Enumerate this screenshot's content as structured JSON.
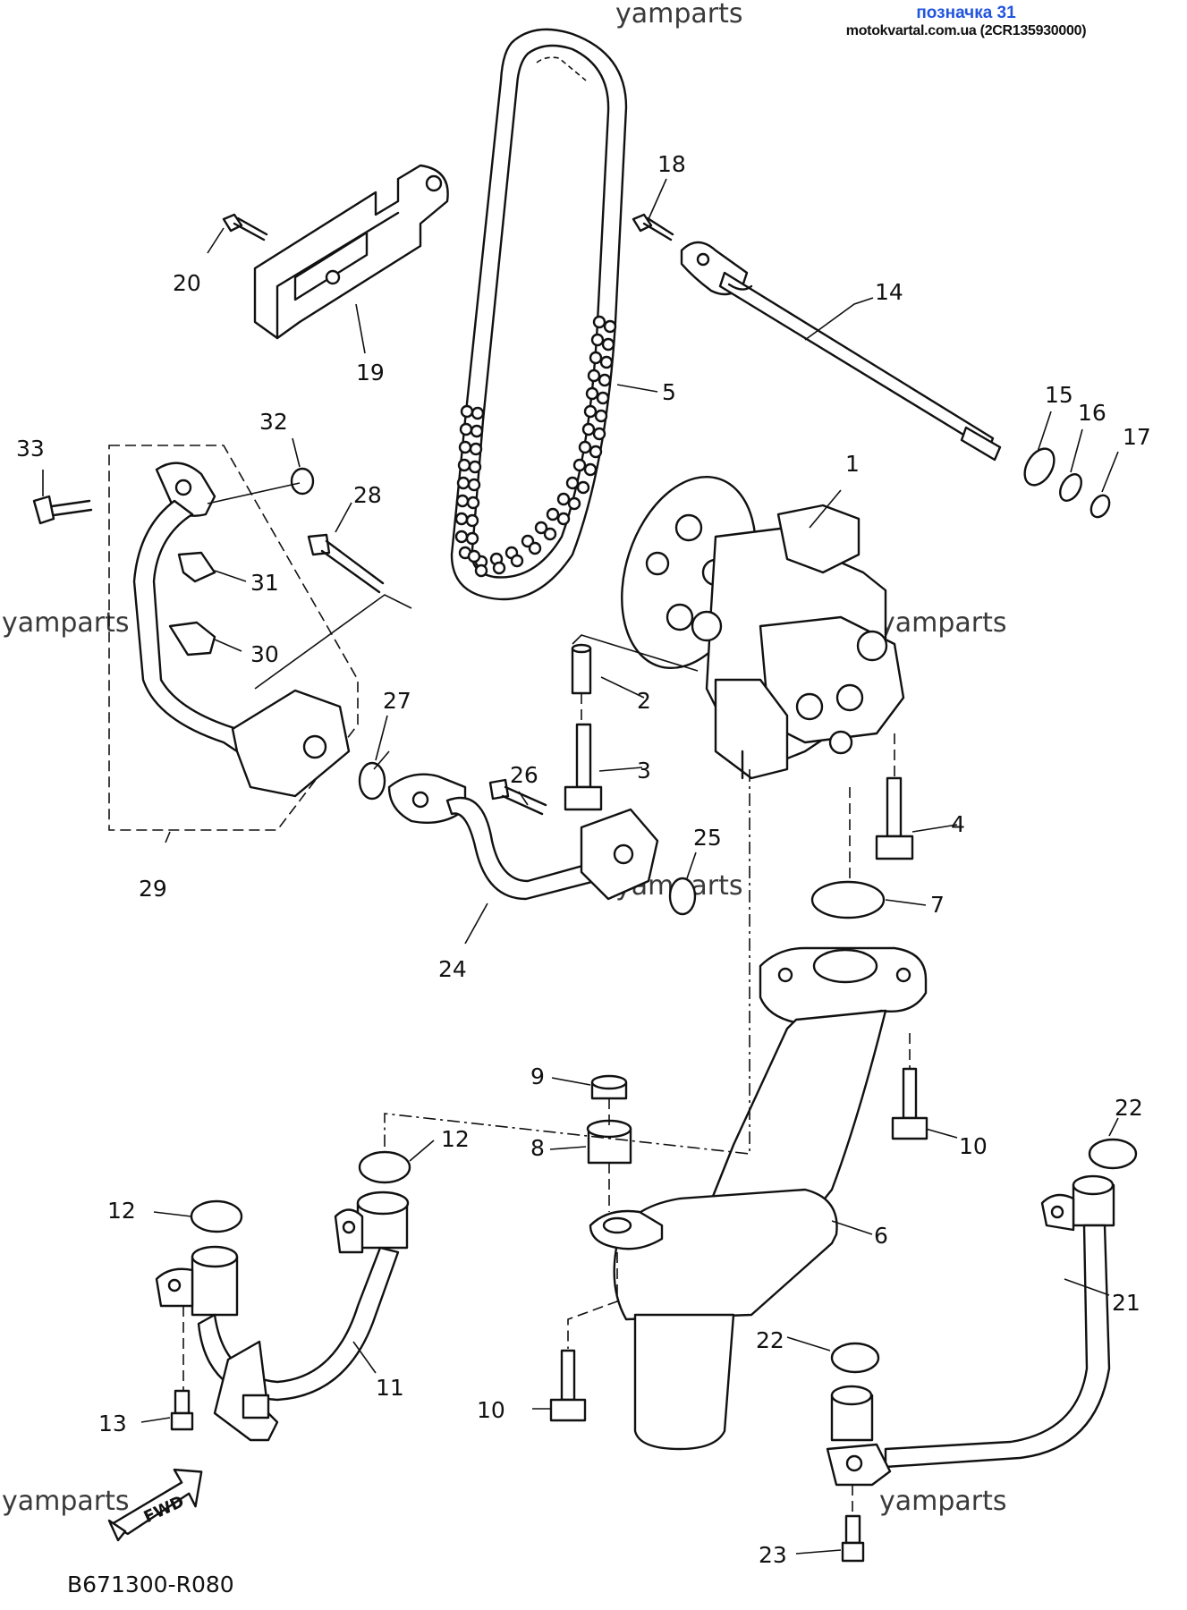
{
  "header": {
    "title": "позначка 31",
    "source": "motokvartal.com.ua (2CR135930000)"
  },
  "watermark": "yamparts",
  "diagram_code": "B671300-R080",
  "fwd_label": "FWD",
  "parts": [
    {
      "id": "1",
      "label": "1"
    },
    {
      "id": "2",
      "label": "2"
    },
    {
      "id": "3",
      "label": "3"
    },
    {
      "id": "4",
      "label": "4"
    },
    {
      "id": "5",
      "label": "5"
    },
    {
      "id": "6",
      "label": "6"
    },
    {
      "id": "7",
      "label": "7"
    },
    {
      "id": "8",
      "label": "8"
    },
    {
      "id": "9",
      "label": "9"
    },
    {
      "id": "10a",
      "label": "10"
    },
    {
      "id": "10b",
      "label": "10"
    },
    {
      "id": "11",
      "label": "11"
    },
    {
      "id": "12a",
      "label": "12"
    },
    {
      "id": "12b",
      "label": "12"
    },
    {
      "id": "13",
      "label": "13"
    },
    {
      "id": "14",
      "label": "14"
    },
    {
      "id": "15",
      "label": "15"
    },
    {
      "id": "16",
      "label": "16"
    },
    {
      "id": "17",
      "label": "17"
    },
    {
      "id": "18",
      "label": "18"
    },
    {
      "id": "19",
      "label": "19"
    },
    {
      "id": "20",
      "label": "20"
    },
    {
      "id": "21",
      "label": "21"
    },
    {
      "id": "22a",
      "label": "22"
    },
    {
      "id": "22b",
      "label": "22"
    },
    {
      "id": "23",
      "label": "23"
    },
    {
      "id": "24",
      "label": "24"
    },
    {
      "id": "25",
      "label": "25"
    },
    {
      "id": "26",
      "label": "26"
    },
    {
      "id": "27",
      "label": "27"
    },
    {
      "id": "28",
      "label": "28"
    },
    {
      "id": "29",
      "label": "29"
    },
    {
      "id": "30",
      "label": "30"
    },
    {
      "id": "31",
      "label": "31"
    },
    {
      "id": "32",
      "label": "32"
    },
    {
      "id": "33",
      "label": "33"
    }
  ]
}
